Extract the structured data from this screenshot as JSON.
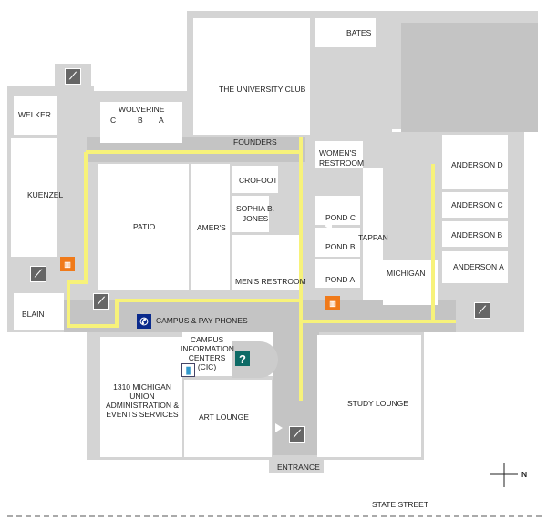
{
  "rooms": {
    "bates": "BATES",
    "university_club": "THE UNIVERSITY CLUB",
    "welker": "WELKER",
    "wolverine": "WOLVERINE",
    "wolverine_c": "C",
    "wolverine_b": "B",
    "wolverine_a": "A",
    "founders": "FOUNDERS",
    "womens_restroom": "WOMEN'S RESTROOM",
    "kuenzel": "KUENZEL",
    "patio": "PATIO",
    "amers": "AMER'S",
    "crofoot": "CROFOOT",
    "sophia_jones": "SOPHIA B. JONES",
    "mens_restroom": "MEN'S RESTROOM",
    "pond_c": "POND C",
    "pond_b": "POND B",
    "pond_a": "POND A",
    "tappan": "TAPPAN",
    "michigan": "MICHIGAN",
    "anderson_d": "ANDERSON D",
    "anderson_c": "ANDERSON C",
    "anderson_b": "ANDERSON B",
    "anderson_a": "ANDERSON A",
    "blain": "BLAIN",
    "phones": "CAMPUS & PAY PHONES",
    "cic": "CAMPUS INFORMATION CENTERS (CIC)",
    "admin": "1310 MICHIGAN UNION ADMINISTRATION & EVENTS SERVICES",
    "art_lounge": "ART LOUNGE",
    "study_lounge": "STUDY LOUNGE",
    "entrance": "ENTRANCE"
  },
  "street": "STATE STREET",
  "compass": "N",
  "icons": {
    "stairs": "stairs-icon",
    "elevator": "elevator-icon",
    "phone": "phone-icon",
    "info": "?",
    "cic": "cic-icon"
  },
  "colors": {
    "route": "#f7f27a",
    "building": "#cccccc",
    "room": "#ffffff",
    "stairs": "#666666",
    "elevator": "#f07a1a"
  }
}
